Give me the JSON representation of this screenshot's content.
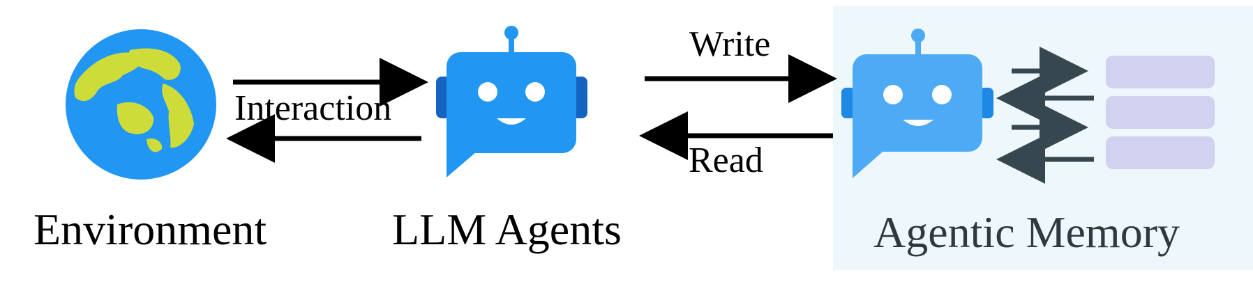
{
  "nodes": {
    "environment": {
      "label": "Environment",
      "icon": "globe-icon"
    },
    "llm_agents": {
      "label": "LLM Agents",
      "icon": "robot-chat-icon"
    },
    "agentic_memory": {
      "label": "Agentic Memory",
      "icon": "robot-chat-icon"
    }
  },
  "edges": {
    "interaction": {
      "label": "Interaction"
    },
    "write": {
      "label": "Write"
    },
    "read": {
      "label": "Read"
    }
  },
  "colors": {
    "robot_primary": "#2196f3",
    "robot_secondary": "#4dabf5",
    "globe_ocean": "#2196f3",
    "globe_land": "#cddc39",
    "memory_panel": "#eef7fb",
    "memory_slot": "#d1d1f0",
    "arrow": "#000000",
    "memory_arrow": "#37474f"
  }
}
